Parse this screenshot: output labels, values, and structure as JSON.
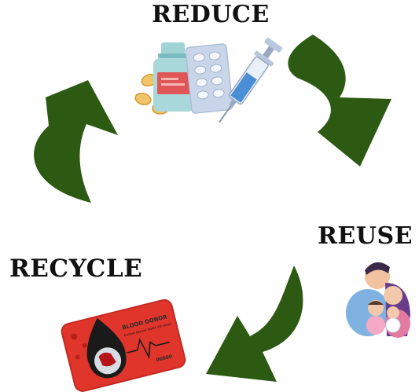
{
  "labels": {
    "reduce": "REDUCE",
    "reuse": "REUSE",
    "recycle": "RECYCLE"
  },
  "card": {
    "title": "BLOOD DONOR",
    "subtitle": "Lorem ipsum dolor sit amet",
    "number": "00000"
  },
  "icons": {
    "reduce": [
      "pill-bottle-icon",
      "blister-pack-icon",
      "syringe-icon"
    ],
    "reuse": "family-icon",
    "recycle": "blood-donor-card-icon"
  },
  "colors": {
    "arrow": "#2d5a12",
    "card": "#e0352b",
    "syringe_fluid": "#4a8fd6"
  }
}
